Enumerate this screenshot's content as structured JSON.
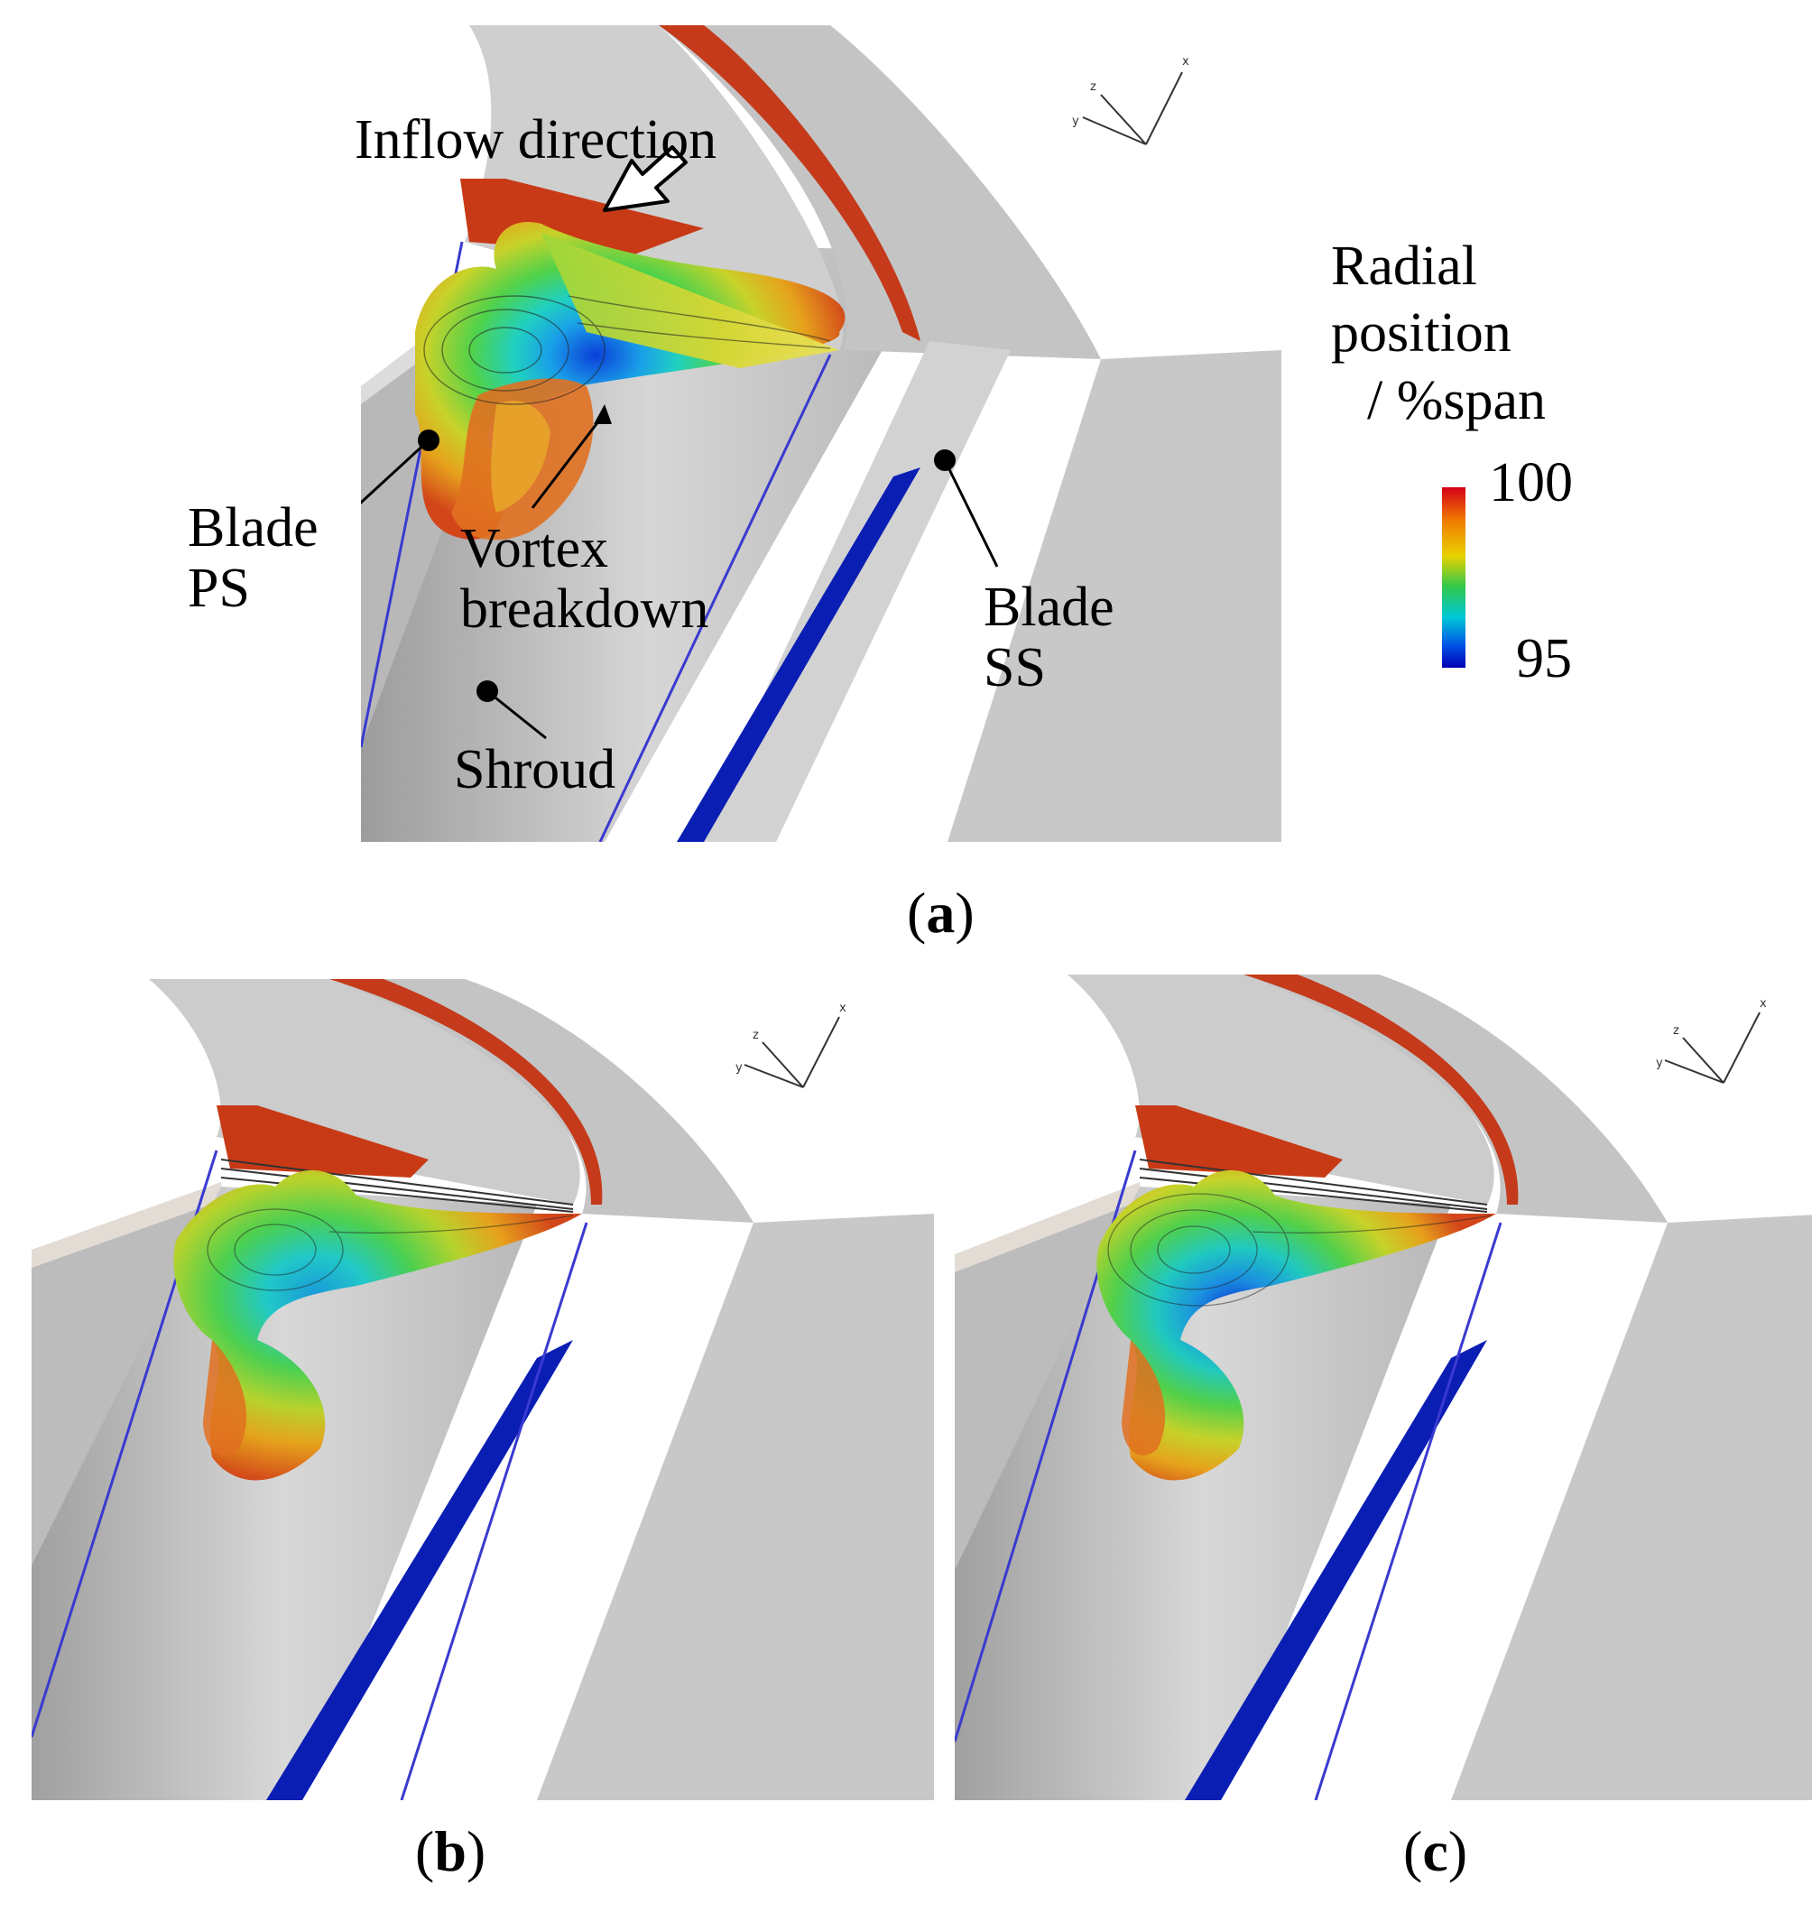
{
  "panel_a": {
    "inflow_label": "Inflow direction",
    "blade_ps": [
      "Blade",
      "PS"
    ],
    "vortex_breakdown": [
      "Vortex",
      "breakdown"
    ],
    "blade_ss": [
      "Blade",
      "SS"
    ],
    "shroud": "Shroud"
  },
  "legend": {
    "title_lines": [
      "Radial",
      "position",
      "/ %span"
    ],
    "max_label": "100",
    "min_label": "95",
    "color_top": "#d4001a",
    "color_bottom": "#0000b4"
  },
  "axes_triad": {
    "x": "x",
    "y": "y",
    "z": "z"
  },
  "captions": {
    "a": "a",
    "b": "b",
    "c": "c"
  },
  "surface_colors": {
    "gray": "#c8c8c8",
    "dark_red": "#c43a1a",
    "blue_edge": "#3a3ad0",
    "deep_blue": "#0a1eb4"
  }
}
